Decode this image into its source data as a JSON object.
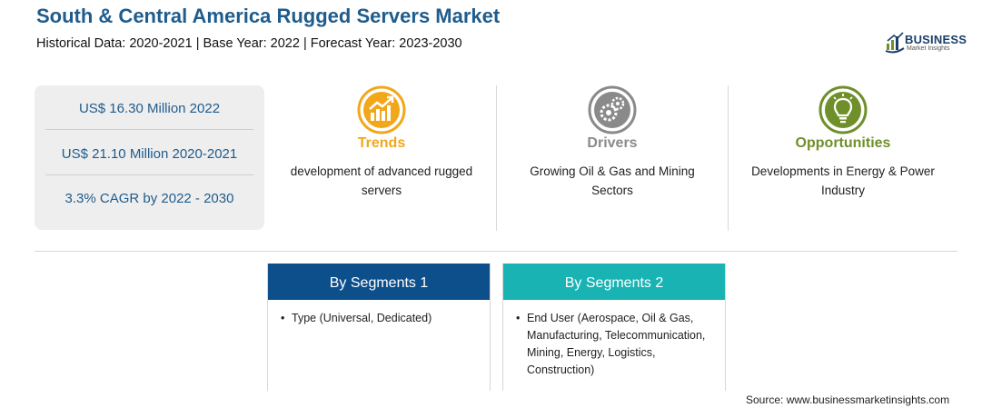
{
  "header": {
    "title": "South & Central America Rugged Servers Market",
    "subtitle": "Historical Data: 2020-2021 | Base Year: 2022 | Forecast Year: 2023-2030"
  },
  "logo": {
    "name": "BUSINESS",
    "tagline": "Market Insights",
    "color": "#1a3f6b"
  },
  "stats": [
    "US$ 16.30 Million 2022",
    "US$ 21.10 Million 2020-2021",
    "3.3% CAGR by 2022 - 2030"
  ],
  "columns": [
    {
      "icon": "trend-chart-icon",
      "heading": "Trends",
      "text": "development of advanced rugged servers",
      "color": "#f2a71b"
    },
    {
      "icon": "gears-icon",
      "heading": "Drivers",
      "text": "Growing Oil & Gas and Mining Sectors",
      "color": "#8a8a8a"
    },
    {
      "icon": "lightbulb-icon",
      "heading": "Opportunities",
      "text": "Developments in Energy & Power Industry",
      "color": "#6f8f2a"
    }
  ],
  "segments": [
    {
      "heading": "By Segments 1",
      "color": "#0d4f8b",
      "items": [
        "Type (Universal, Dedicated)"
      ]
    },
    {
      "heading": "By Segments 2",
      "color": "#19b3b3",
      "items": [
        "End User (Aerospace, Oil & Gas, Manufacturing, Telecommunication, Mining, Energy, Logistics, Construction)"
      ]
    }
  ],
  "source": "Source: www.businessmarketinsights.com"
}
